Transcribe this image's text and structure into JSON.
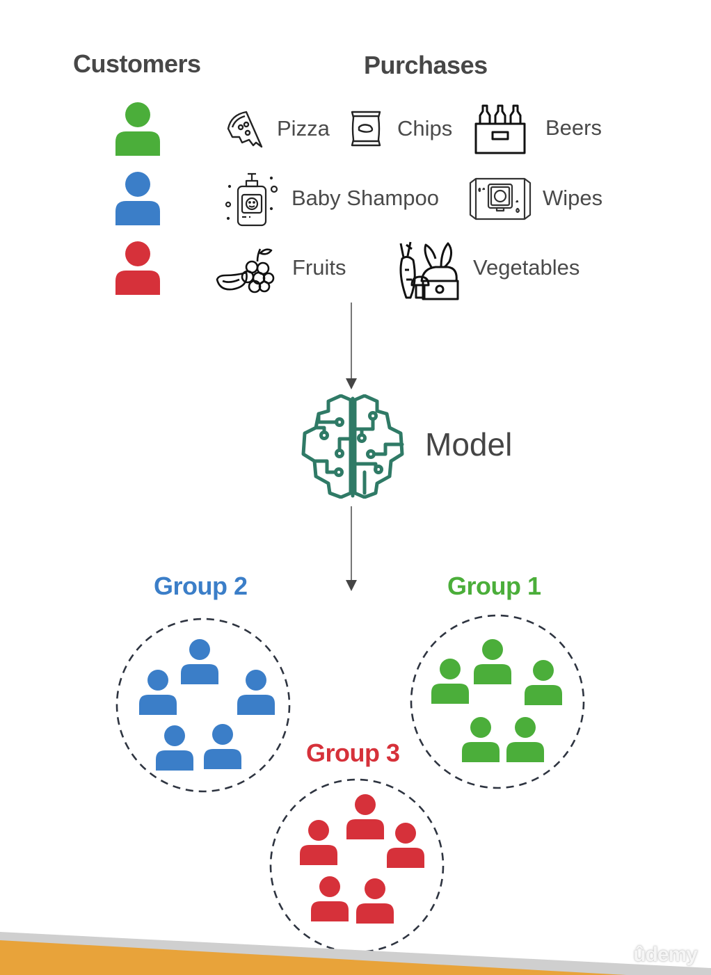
{
  "headings": {
    "customers": "Customers",
    "purchases": "Purchases"
  },
  "customers": [
    {
      "color": "#4bae3a",
      "icon": "person-icon"
    },
    {
      "color": "#3b7ec8",
      "icon": "person-icon"
    },
    {
      "color": "#d6313a",
      "icon": "person-icon"
    }
  ],
  "purchases": [
    {
      "label": "Pizza",
      "icon": "pizza-icon"
    },
    {
      "label": "Chips",
      "icon": "chips-icon"
    },
    {
      "label": "Beers",
      "icon": "beers-icon"
    },
    {
      "label": "Baby Shampoo",
      "icon": "baby-shampoo-icon"
    },
    {
      "label": "Wipes",
      "icon": "wipes-icon"
    },
    {
      "label": "Fruits",
      "icon": "fruits-icon"
    },
    {
      "label": "Vegetables",
      "icon": "vegetables-icon"
    }
  ],
  "model": {
    "label": "Model",
    "icon": "brain-circuit-icon",
    "color": "#2f7a66"
  },
  "groups": [
    {
      "label": "Group 2",
      "color": "#3b7ec8",
      "members": 5
    },
    {
      "label": "Group 1",
      "color": "#4bae3a",
      "members": 5
    },
    {
      "label": "Group 3",
      "color": "#d6313a",
      "members": 5
    }
  ],
  "colors": {
    "text": "#474747",
    "arrow": "#4a4a4a",
    "dash": "#2e3440",
    "footer_orange": "#e8a33a",
    "footer_gray": "#cfcfcf"
  },
  "watermark": "ûdemy"
}
